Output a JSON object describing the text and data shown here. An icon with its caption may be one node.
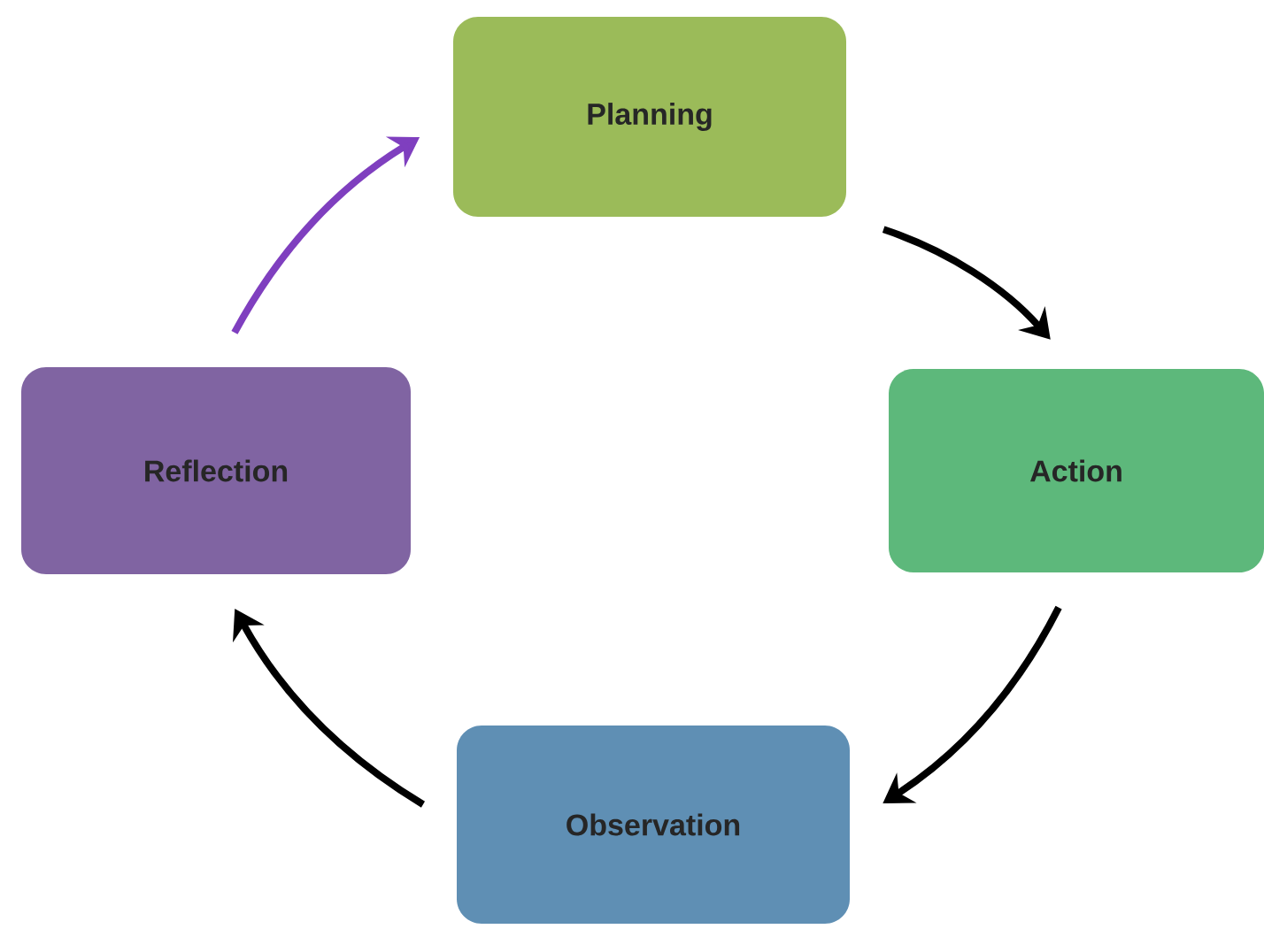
{
  "diagram": {
    "nodes": [
      {
        "text": [
          "Planning"
        ]
      },
      {
        "text": [
          "Action"
        ]
      },
      {
        "text": [
          "Observation"
        ]
      },
      {
        "text": [
          "Reflection"
        ]
      }
    ],
    "edges": [
      {
        "from": 0,
        "to": 1,
        "arrow": "to"
      },
      {
        "from": 1,
        "to": 2,
        "arrow": "to"
      },
      {
        "from": 2,
        "to": 3,
        "arrow": "to"
      },
      {
        "from": 3,
        "to": 0,
        "arrow": "to",
        "color": "#7f3fbf"
      }
    ]
  }
}
